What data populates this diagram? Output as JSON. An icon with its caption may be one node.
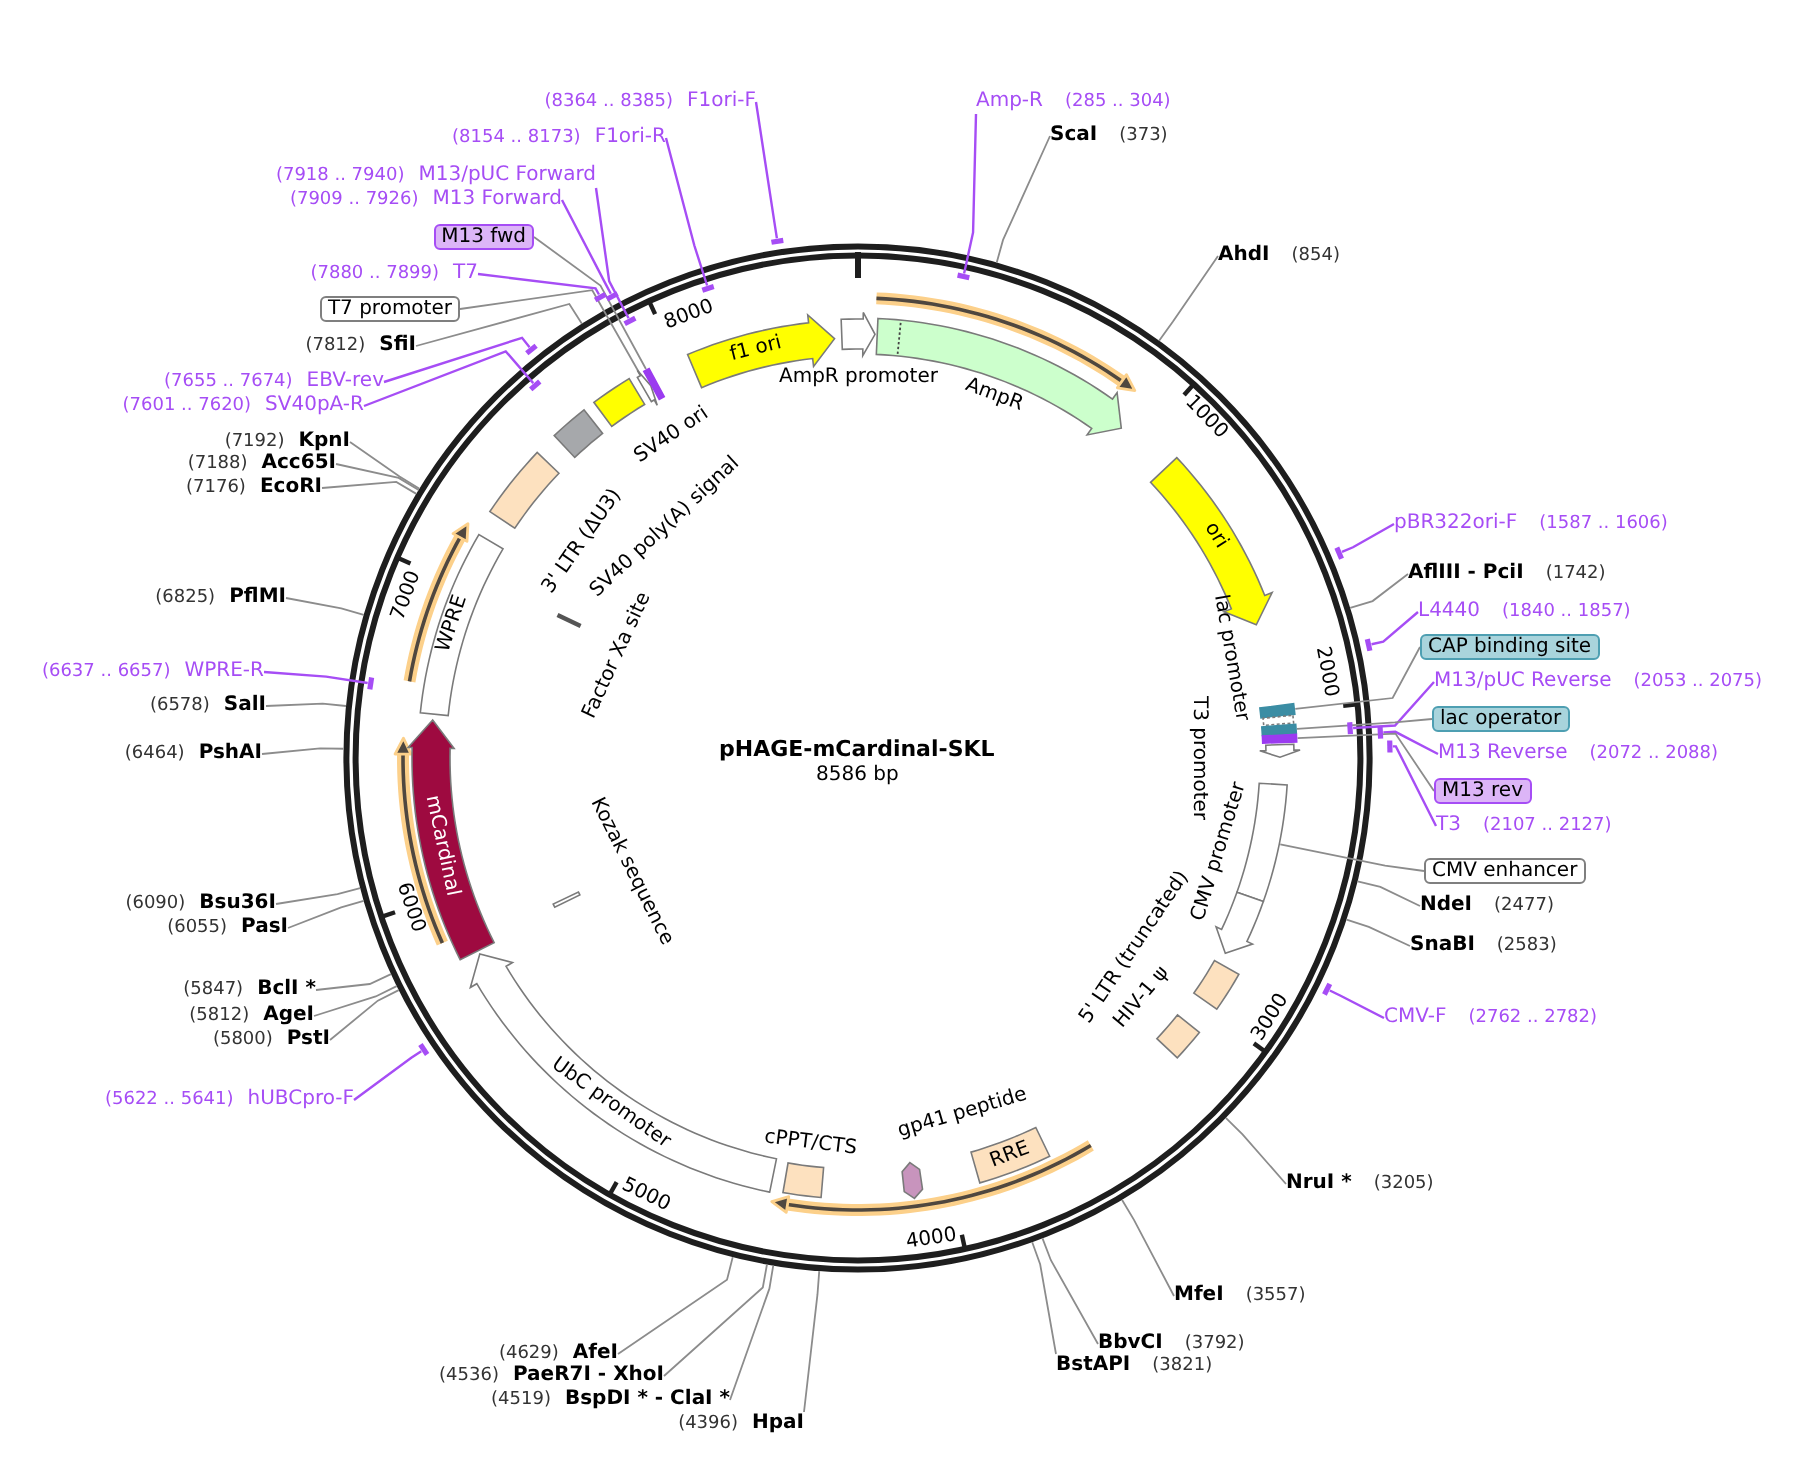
{
  "diagram": {
    "title": "pHAGE-mCardinal-SKL",
    "nodes": [
      {
        "text": [],
        "shape": "arrow"
      },
      {
        "text": [
          "AmpR"
        ]
      },
      {
        "text": [
          "ori"
        ]
      },
      {
        "text": [],
        "shape": "bar"
      },
      {
        "text": [],
        "shape": "box"
      },
      {
        "text": [],
        "shape": "bar"
      },
      {
        "text": [],
        "shape": "bar"
      },
      {
        "text": [],
        "shape": "arrow"
      },
      {
        "text": [],
        "shape": "box"
      },
      {
        "text": [],
        "shape": "arrow"
      },
      {
        "text": [],
        "shape": "box"
      },
      {
        "text": [],
        "shape": "box"
      },
      {
        "text": [
          "RRE"
        ]
      },
      {
        "text": [],
        "shape": "hexagon"
      },
      {
        "text": [],
        "shape": "box"
      },
      {
        "text": [
          "UbC promoter"
        ]
      },
      {
        "text": [
          "mCardinal"
        ]
      },
      {
        "text": [],
        "shape": "box"
      },
      {
        "text": [
          "WPRE"
        ]
      },
      {
        "text": [],
        "shape": "bar"
      },
      {
        "text": [],
        "shape": "box"
      },
      {
        "text": [],
        "shape": "box"
      },
      {
        "text": [],
        "shape": "box"
      },
      {
        "text": [],
        "shape": "arrow"
      },
      {
        "text": [],
        "shape": "bar"
      },
      {
        "text": [
          "f1 ori"
        ]
      },
      {
        "text": [],
        "shape": "bar"
      },
      {
        "text": [],
        "shape": "bar"
      },
      {
        "text": [],
        "shape": "bar"
      },
      {
        "text": [],
        "shape": "bar"
      },
      {
        "text": [],
        "shape": "bar"
      },
      {
        "text": [],
        "shape": "bar"
      },
      {
        "text": [],
        "shape": "bar"
      },
      {
        "text": [],
        "shape": "bar"
      },
      {
        "text": [],
        "shape": "bar"
      },
      {
        "text": [],
        "shape": "bar"
      },
      {
        "text": [],
        "shape": "bar"
      },
      {
        "text": [],
        "shape": "bar"
      },
      {
        "text": [],
        "shape": "bar"
      },
      {
        "text": [],
        "shape": "bar"
      },
      {
        "text": [],
        "shape": "bar"
      },
      {
        "text": [],
        "shape": "bar"
      },
      {
        "text": [
          "Amp-R",
          "(285 .. 304)"
        ]
      },
      {
        "text": [
          "ScaI",
          "(373)"
        ]
      },
      {
        "text": [
          "AhdI",
          "(854)"
        ]
      },
      {
        "text": [
          "pBR322ori-F",
          "(1587 .. 1606)"
        ]
      },
      {
        "text": [
          "AflIII - PciI",
          "(1742)"
        ]
      },
      {
        "text": [
          "L4440",
          "(1840 .. 1857)"
        ]
      },
      {
        "text": [
          "CAP binding site"
        ]
      },
      {
        "text": [
          "M13/pUC Reverse",
          "(2053 .. 2075)"
        ]
      },
      {
        "text": [
          "lac operator"
        ]
      },
      {
        "text": [
          "M13 Reverse",
          "(2072 .. 2088)"
        ]
      },
      {
        "text": [
          "M13 rev"
        ]
      },
      {
        "text": [
          "T3",
          "(2107 .. 2127)"
        ]
      },
      {
        "text": [
          "CMV enhancer"
        ]
      },
      {
        "text": [
          "NdeI",
          "(2477)"
        ]
      },
      {
        "text": [
          "SnaBI",
          "(2583)"
        ]
      },
      {
        "text": [
          "CMV-F",
          "(2762 .. 2782)"
        ]
      },
      {
        "text": [
          "NruI *",
          "(3205)"
        ]
      },
      {
        "text": [
          "MfeI",
          "(3557)"
        ]
      },
      {
        "text": [
          "BbvCI",
          "(3792)"
        ]
      },
      {
        "text": [
          "BstAPI",
          "(3821)"
        ]
      },
      {
        "text": [
          "(4396)",
          "HpaI"
        ]
      },
      {
        "text": [
          "(4519)",
          "BspDI * - ClaI *"
        ]
      },
      {
        "text": [
          "(4536)",
          "PaeR7I - XhoI"
        ]
      },
      {
        "text": [
          "(4629)",
          "AfeI"
        ]
      },
      {
        "text": [
          "(5622 .. 5641)",
          "hUBCpro-F"
        ]
      },
      {
        "text": [
          "(5800)",
          "PstI"
        ]
      },
      {
        "text": [
          "(5812)",
          "AgeI"
        ]
      },
      {
        "text": [
          "(5847)",
          "BclI *"
        ]
      },
      {
        "text": [
          "(6055)",
          "PasI"
        ]
      },
      {
        "text": [
          "(6090)",
          "Bsu36I"
        ]
      },
      {
        "text": [
          "(6464)",
          "PshAI"
        ]
      },
      {
        "text": [
          "(6578)",
          "SalI"
        ]
      },
      {
        "text": [
          "(6637 .. 6657)",
          "WPRE-R"
        ]
      },
      {
        "text": [
          "(6825)",
          "PflMI"
        ]
      },
      {
        "text": [
          "(7176)",
          "EcoRI"
        ]
      },
      {
        "text": [
          "(7188)",
          "Acc65I"
        ]
      },
      {
        "text": [
          "(7192)",
          "KpnI"
        ]
      },
      {
        "text": [
          "(7601 .. 7620)",
          "SV40pA-R"
        ]
      },
      {
        "text": [
          "(7655 .. 7674)",
          "EBV-rev"
        ]
      },
      {
        "text": [
          "(7812)",
          "SfiI"
        ]
      },
      {
        "text": [
          "T7 promoter"
        ]
      },
      {
        "text": [
          "(7880 .. 7899)",
          "T7"
        ]
      },
      {
        "text": [
          "M13 fwd"
        ]
      },
      {
        "text": [
          "(7909 .. 7926)",
          "M13 Forward"
        ]
      },
      {
        "text": [
          "(7918 .. 7940)",
          "M13/pUC Forward"
        ]
      },
      {
        "text": [
          "(8154 .. 8173)",
          "F1ori-R"
        ]
      },
      {
        "text": [
          "(8364 .. 8385)",
          "F1ori-F"
        ]
      }
    ],
    "edges": [
      {
        "from": 42,
        "to": 26,
        "arrow": "none",
        "color": "#a64df5"
      },
      {
        "from": 43,
        "to": null,
        "arrow": "none"
      },
      {
        "from": 44,
        "to": null,
        "arrow": "none"
      },
      {
        "from": 45,
        "to": 27,
        "arrow": "none",
        "color": "#a64df5"
      },
      {
        "from": 46,
        "to": null,
        "arrow": "none"
      },
      {
        "from": 47,
        "to": 28,
        "arrow": "none",
        "color": "#a64df5"
      },
      {
        "from": 48,
        "to": 3,
        "arrow": "none"
      },
      {
        "from": 49,
        "to": 29,
        "arrow": "none",
        "color": "#a64df5"
      },
      {
        "from": 50,
        "to": 5,
        "arrow": "none"
      },
      {
        "from": 51,
        "to": 30,
        "arrow": "none",
        "color": "#a64df5"
      },
      {
        "from": 52,
        "to": 6,
        "arrow": "none"
      },
      {
        "from": 53,
        "to": 31,
        "arrow": "none",
        "color": "#a64df5"
      },
      {
        "from": 54,
        "to": 8,
        "arrow": "none"
      },
      {
        "from": 55,
        "to": null,
        "arrow": "none"
      },
      {
        "from": 56,
        "to": null,
        "arrow": "none"
      },
      {
        "from": 57,
        "to": 32,
        "arrow": "none",
        "color": "#a64df5"
      },
      {
        "from": 58,
        "to": null,
        "arrow": "none"
      },
      {
        "from": 59,
        "to": null,
        "arrow": "none"
      },
      {
        "from": 60,
        "to": null,
        "arrow": "none"
      },
      {
        "from": 61,
        "to": null,
        "arrow": "none"
      },
      {
        "from": 62,
        "to": null,
        "arrow": "none"
      },
      {
        "from": 63,
        "to": null,
        "arrow": "none"
      },
      {
        "from": 64,
        "to": null,
        "arrow": "none"
      },
      {
        "from": 65,
        "to": null,
        "arrow": "none"
      },
      {
        "from": 66,
        "to": 33,
        "arrow": "none",
        "color": "#a64df5"
      },
      {
        "from": 67,
        "to": null,
        "arrow": "none"
      },
      {
        "from": 68,
        "to": null,
        "arrow": "none"
      },
      {
        "from": 69,
        "to": null,
        "arrow": "none"
      },
      {
        "from": 70,
        "to": null,
        "arrow": "none"
      },
      {
        "from": 71,
        "to": null,
        "arrow": "none"
      },
      {
        "from": 72,
        "to": null,
        "arrow": "none"
      },
      {
        "from": 73,
        "to": null,
        "arrow": "none"
      },
      {
        "from": 74,
        "to": 34,
        "arrow": "none",
        "color": "#a64df5"
      },
      {
        "from": 75,
        "to": null,
        "arrow": "none"
      },
      {
        "from": 76,
        "to": null,
        "arrow": "none"
      },
      {
        "from": 77,
        "to": null,
        "arrow": "none"
      },
      {
        "from": 78,
        "to": null,
        "arrow": "none"
      },
      {
        "from": 79,
        "to": 35,
        "arrow": "none",
        "color": "#a64df5"
      },
      {
        "from": 80,
        "to": 36,
        "arrow": "none",
        "color": "#a64df5"
      },
      {
        "from": 81,
        "to": null,
        "arrow": "none"
      },
      {
        "from": 82,
        "to": 23,
        "arrow": "none"
      },
      {
        "from": 83,
        "to": 37,
        "arrow": "none",
        "color": "#a64df5"
      },
      {
        "from": 84,
        "to": 24,
        "arrow": "none"
      },
      {
        "from": 85,
        "to": 38,
        "arrow": "none",
        "color": "#a64df5"
      },
      {
        "from": 86,
        "to": 39,
        "arrow": "none",
        "color": "#a64df5"
      },
      {
        "from": 87,
        "to": 40,
        "arrow": "none",
        "color": "#a64df5"
      },
      {
        "from": 88,
        "to": 41,
        "arrow": "none",
        "color": "#a64df5"
      }
    ],
    "labels": [
      "8586 bp",
      "1000",
      "2000",
      "3000",
      "4000",
      "5000",
      "6000",
      "7000",
      "8000",
      "AmpR promoter",
      "lac promoter",
      "T3 promoter",
      "CMV promoter",
      "5' LTR (truncated)",
      "HIV-1 ψ",
      "gp41 peptide",
      "cPPT/CTS",
      "Kozak sequence",
      "Factor Xa site",
      "3' LTR (ΔU3)",
      "SV40 poly(A) signal",
      "SV40 ori"
    ]
  }
}
